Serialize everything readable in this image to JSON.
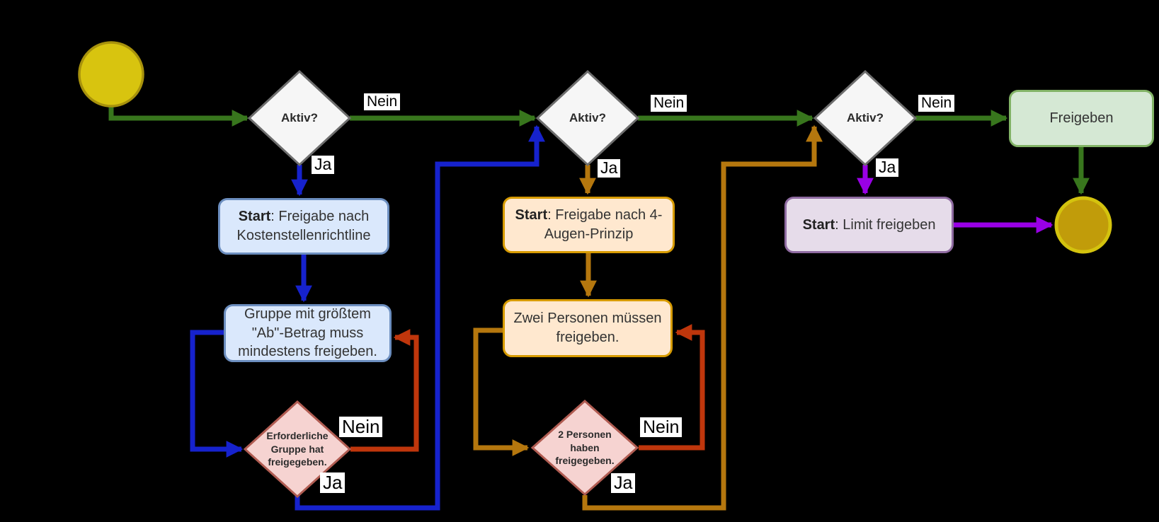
{
  "diagram": {
    "type": "flowchart",
    "background": "#000000",
    "labels": {
      "nein": "Nein",
      "ja": "Ja"
    },
    "decisions": {
      "aktiv1": "Aktiv?",
      "aktiv2": "Aktiv?",
      "aktiv3": "Aktiv?",
      "check1": "Erforderliche Gruppe hat freigegeben.",
      "check2": "2 Personen haben freigegeben."
    },
    "processes": {
      "kostenstelle_start": {
        "bold": "Start",
        "rest": ": Freigabe nach Kostenstellenrichtline"
      },
      "kostenstelle_rule": "Gruppe mit größtem \"Ab\"-Betrag muss mindestens freigeben.",
      "vier_augen_start": {
        "bold": "Start",
        "rest": ": Freigabe nach 4-Augen-Prinzip"
      },
      "vier_augen_rule": "Zwei Personen müssen freigeben.",
      "limit_start": {
        "bold": "Start",
        "rest": ": Limit freigeben"
      },
      "freigeben": "Freigeben"
    },
    "colors": {
      "arrow_green": "#38761d",
      "arrow_blue": "#1622cd",
      "arrow_red": "#bf360c",
      "arrow_orange": "#b5770e",
      "arrow_purple": "#9900e6",
      "start_circle_fill": "#d8c40f",
      "start_circle_border": "#a8920c",
      "end_circle_fill": "#c19c0a",
      "end_circle_border": "#d4c30e",
      "blue_box_fill": "#dae8fc",
      "blue_box_border": "#6c8ebf",
      "orange_box_fill": "#ffe8cf",
      "orange_box_border": "#d79b00",
      "purple_box_fill": "#e6dcea",
      "purple_box_border": "#8f6ba1",
      "green_box_fill": "#d5e8d4",
      "green_box_border": "#82b366",
      "pink_diamond_fill": "#f6d3d1",
      "pink_diamond_border": "#b05c52",
      "white_diamond_fill": "#f6f6f6",
      "white_diamond_border": "#6e6e6e"
    }
  }
}
